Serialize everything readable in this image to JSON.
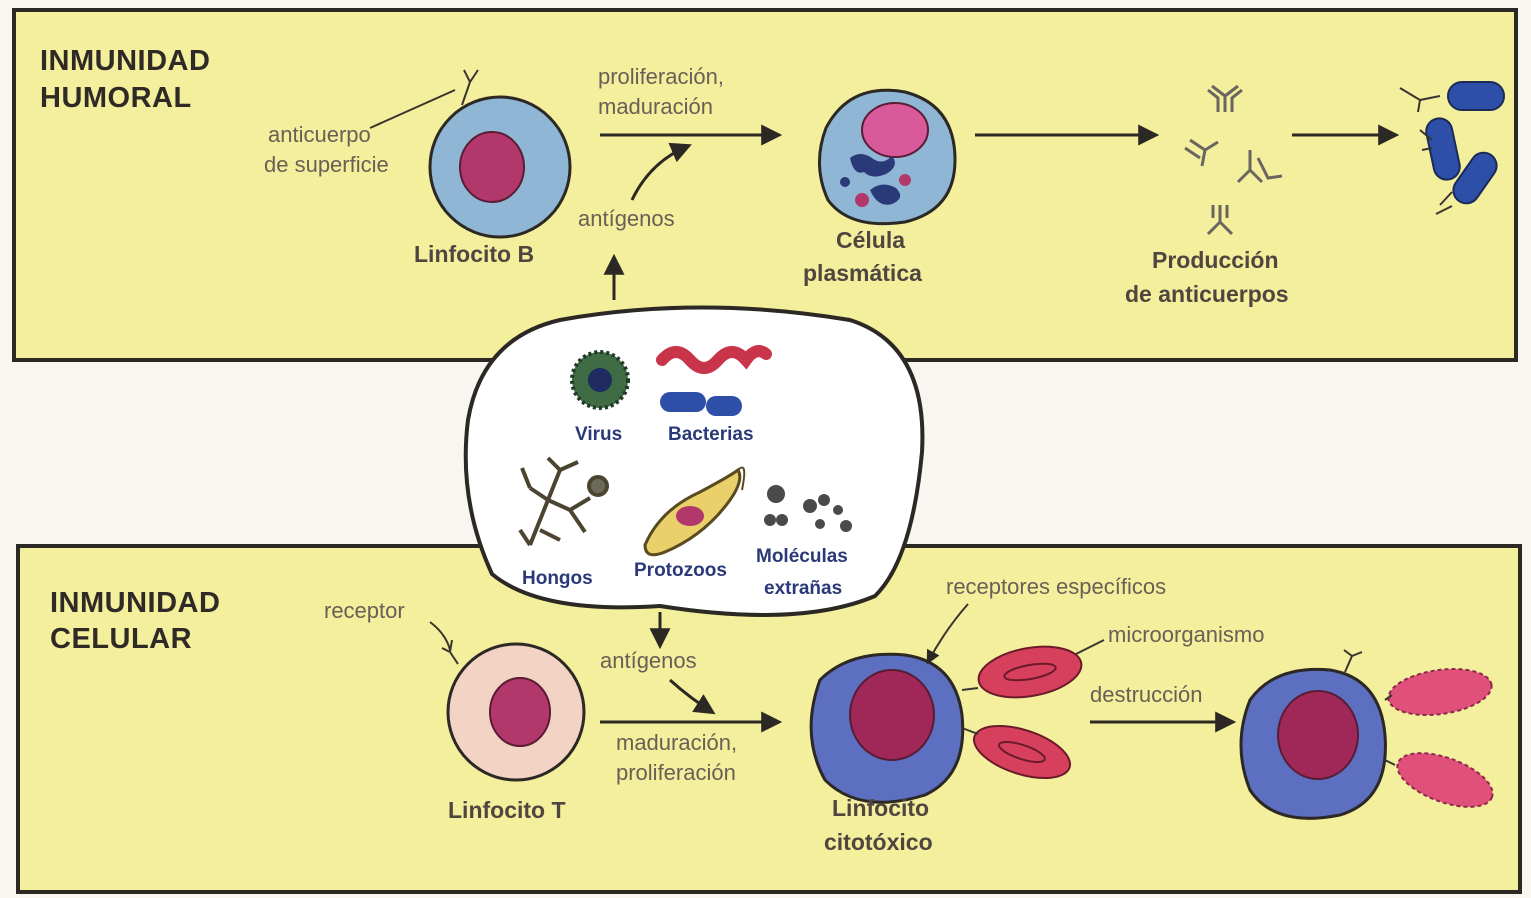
{
  "humoral": {
    "title_line1": "INMUNIDAD",
    "title_line2": "HUMORAL",
    "surface_antibody_line1": "anticuerpo",
    "surface_antibody_line2": "de superficie",
    "proliferation_line1": "proliferación,",
    "proliferation_line2": "maduración",
    "antigens": "antígenos",
    "b_cell": "Linfocito B",
    "plasma_cell_line1": "Célula",
    "plasma_cell_line2": "plasmática",
    "antibody_production_line1": "Producción",
    "antibody_production_line2": "de anticuerpos"
  },
  "sources": {
    "virus": "Virus",
    "bacteria": "Bacterias",
    "fungi": "Hongos",
    "protozoa": "Protozoos",
    "molecules_line1": "Moléculas",
    "molecules_line2": "extrañas"
  },
  "cellular": {
    "title_line1": "INMUNIDAD",
    "title_line2": "CELULAR",
    "receptor": "receptor",
    "antigens": "antígenos",
    "maturation_line1": "maduración,",
    "maturation_line2": "proliferación",
    "t_cell": "Linfocito T",
    "cytotoxic_line1": "Linfocito",
    "cytotoxic_line2": "citotóxico",
    "specific_receptors": "receptores específicos",
    "microorganism": "microorganismo",
    "destruction": "destrucción"
  },
  "colors": {
    "panel_fill": "#f3ef9c",
    "panel_border": "#2c2824",
    "b_cell_cytoplasm": "#8fb6d4",
    "nucleus": "#b2386b",
    "t_cell_cytoplasm": "#f2d3c4",
    "cytotoxic_cytoplasm": "#5c6fc0",
    "microbe_red": "#d7405c",
    "bacteria_blue": "#2e4fa8"
  }
}
